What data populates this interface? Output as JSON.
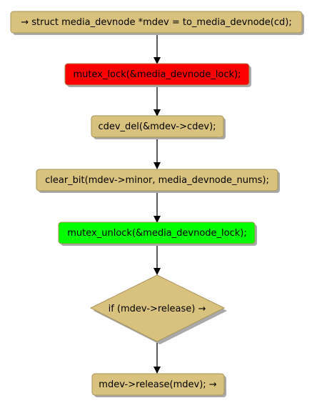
{
  "diagram": {
    "nodes": [
      {
        "id": "n1",
        "label": "→ struct media_devnode *mdev = to_media_devnode(cd);",
        "fill": "#d9c27e"
      },
      {
        "id": "n2",
        "label": "mutex_lock(&media_devnode_lock);",
        "fill": "#ff0000"
      },
      {
        "id": "n3",
        "label": "cdev_del(&mdev->cdev);",
        "fill": "#d9c27e"
      },
      {
        "id": "n4",
        "label": "clear_bit(mdev->minor, media_devnode_nums);",
        "fill": "#d9c27e"
      },
      {
        "id": "n5",
        "label": "mutex_unlock(&media_devnode_lock);",
        "fill": "#00ff00"
      },
      {
        "id": "n6",
        "label": "if (mdev->release) →",
        "fill": "#d9c27e",
        "shape": "diamond"
      },
      {
        "id": "n7",
        "label": "mdev->release(mdev); →",
        "fill": "#d9c27e"
      }
    ],
    "colors": {
      "border": "#a8925a",
      "shadow": "#a9a9a9",
      "arrow": "#000000"
    }
  }
}
